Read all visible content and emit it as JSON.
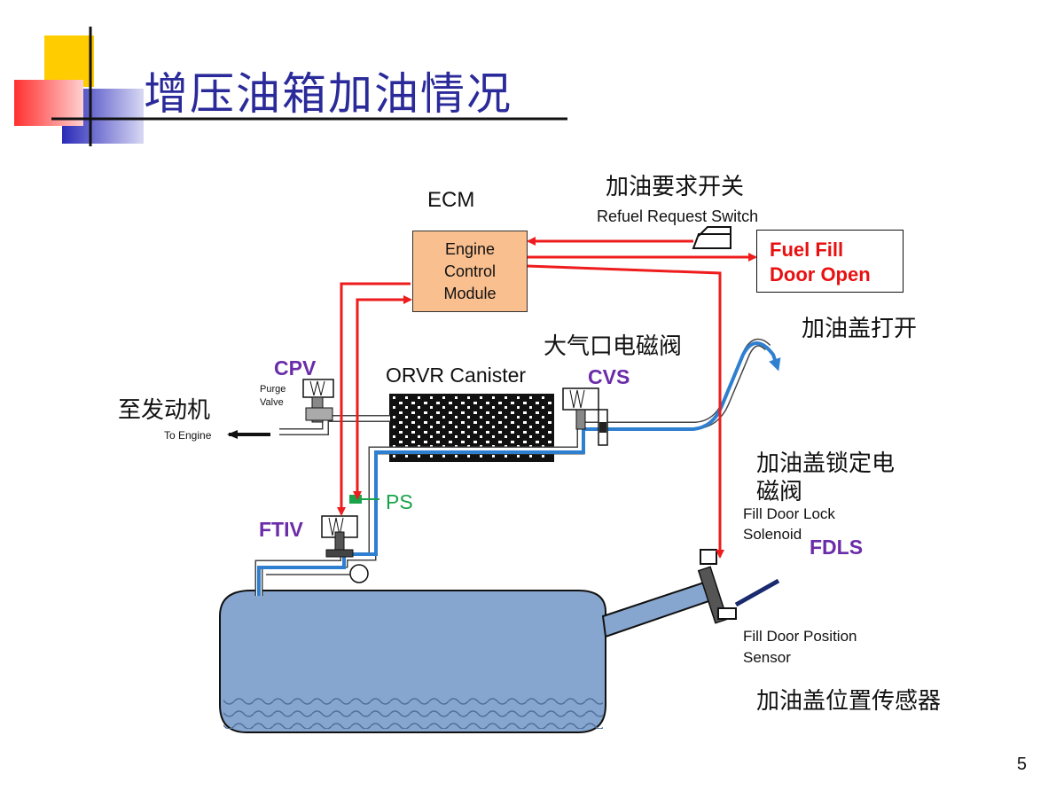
{
  "title": "增压油箱加油情况",
  "page_number": "5",
  "ecm": {
    "heading": "ECM",
    "box_line1": "Engine",
    "box_line2": "Control",
    "box_line3": "Module"
  },
  "refuel_switch": {
    "cn": "加油要求开关",
    "en": "Refuel Request Switch"
  },
  "fuel_fill_door": {
    "line1": "Fuel Fill",
    "line2": "Door Open"
  },
  "cap_open_cn": "加油盖打开",
  "atmos_valve_cn": "大气口电磁阀",
  "cvs": "CVS",
  "canister": "ORVR Canister",
  "cpv": {
    "label": "CPV",
    "sub1": "Purge",
    "sub2": "Valve"
  },
  "to_engine_cn": "至发动机",
  "to_engine_en": "To Engine",
  "ps": "PS",
  "ftiv": "FTIV",
  "fdls": {
    "cn1": "加油盖锁定电",
    "cn2": "磁阀",
    "en1": "Fill Door Lock",
    "en2": "Solenoid",
    "abbr": "FDLS"
  },
  "fill_door_sensor": {
    "en1": "Fill Door Position",
    "en2": "Sensor",
    "cn": "加油盖位置传感器"
  },
  "colors": {
    "title": "#2a2a9a",
    "signal": "#ee1c1c",
    "vapor": "#2f7fd0",
    "tank": "#87a6cf",
    "ecm_fill": "#f9bf8f",
    "label_purple": "#6a2ca8",
    "ps_green": "#19a34a"
  }
}
